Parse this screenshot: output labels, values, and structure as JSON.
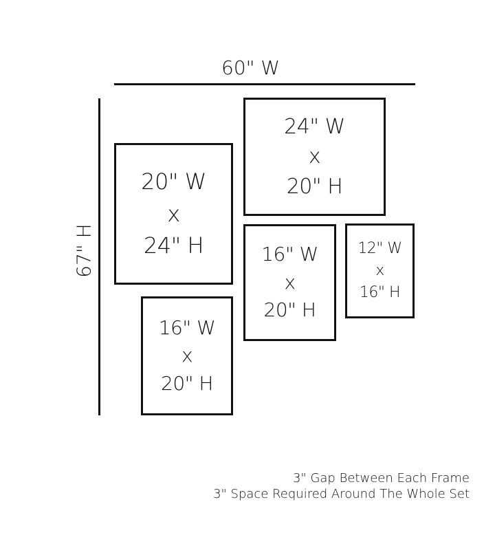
{
  "overall": {
    "width_label": "60\" W",
    "height_label": "67\" H"
  },
  "frames": [
    {
      "w": "20\" W",
      "x": "x",
      "h": "24\" H"
    },
    {
      "w": "24\" W",
      "x": "x",
      "h": "20\" H"
    },
    {
      "w": "16\" W",
      "x": "x",
      "h": "20\" H"
    },
    {
      "w": "12\" W",
      "x": "x",
      "h": "16\" H"
    },
    {
      "w": "16\" W",
      "x": "x",
      "h": "20\" H"
    }
  ],
  "notes": [
    "3\" Gap Between Each Frame",
    "3\" Space Required Around The Whole Set"
  ]
}
